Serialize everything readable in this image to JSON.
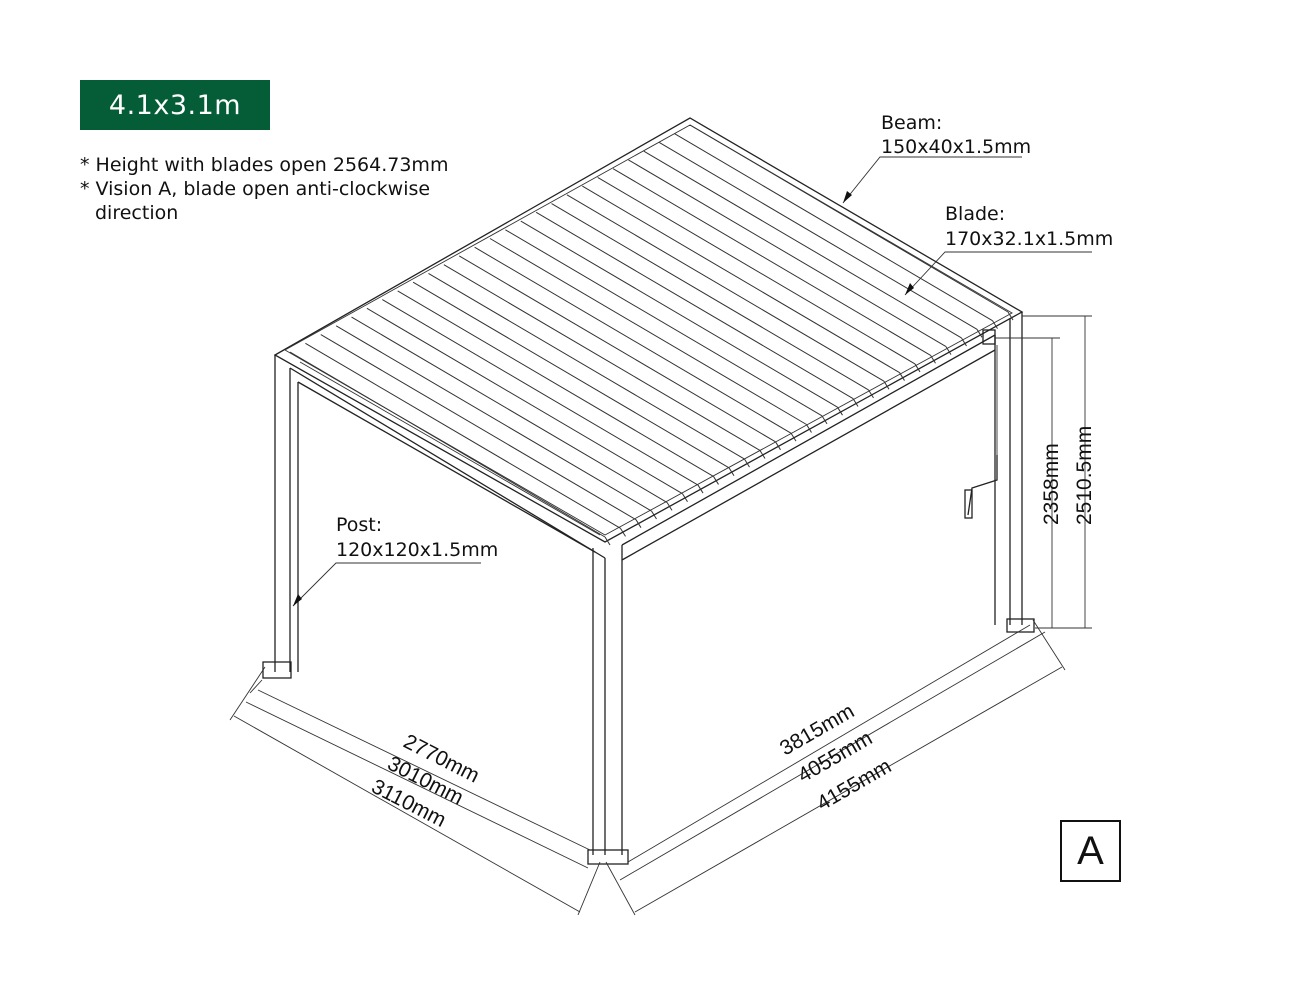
{
  "title_badge": "4.1x3.1m",
  "notes": [
    "* Height with blades open 2564.73mm",
    "* Vision A, blade open anti-clockwise",
    "direction"
  ],
  "labels": {
    "beam": {
      "name": "Beam:",
      "size": "150x40x1.5mm"
    },
    "blade": {
      "name": "Blade:",
      "size": "170x32.1x1.5mm"
    },
    "post": {
      "name": "Post:",
      "size": "120x120x1.5mm"
    }
  },
  "dimensions": {
    "width": [
      "2770mm",
      "3010mm",
      "3110mm"
    ],
    "length": [
      "3815mm",
      "4055mm",
      "4155mm"
    ],
    "height": [
      "2358mm",
      "2510.5mm"
    ]
  },
  "vision_mark": "A",
  "colors": {
    "badge": "#045d37",
    "line": "#222222"
  }
}
